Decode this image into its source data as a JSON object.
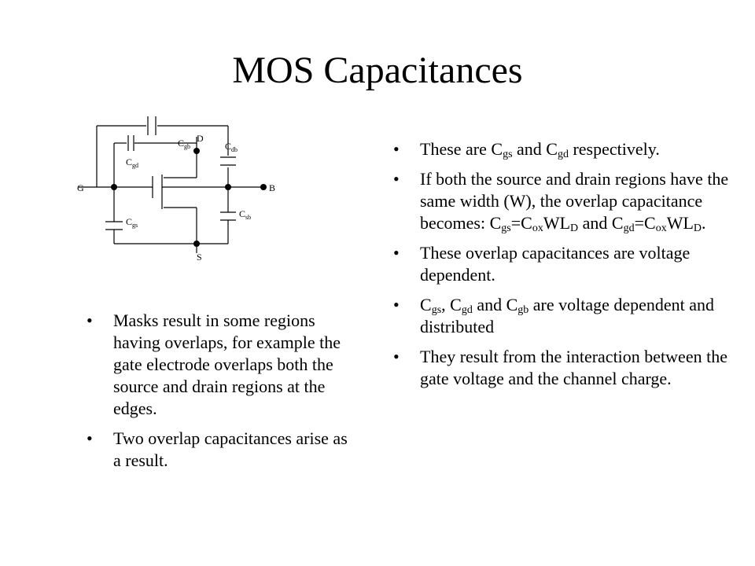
{
  "title": "MOS Capacitances",
  "diagram": {
    "labels": {
      "G": "G",
      "D": "D",
      "S": "S",
      "B": "B",
      "cgd": {
        "main": "C",
        "sub": "gd"
      },
      "cgb": {
        "main": "C",
        "sub": "gb"
      },
      "cdb": {
        "main": "C",
        "sub": "db"
      },
      "csb": {
        "main": "C",
        "sub": "sb"
      },
      "cgs": {
        "main": "C",
        "sub": "gs"
      }
    }
  },
  "right_bullets": {
    "b1": {
      "t1": "These are C",
      "s1": "gs",
      "t2": " and C",
      "s2": "gd",
      "t3": " respectively."
    },
    "b2": {
      "t1": "If both the source and drain regions have the same width (W), the overlap capacitance becomes: C",
      "s1": "gs",
      "t2": "=C",
      "s2": "ox",
      "t3": "WL",
      "s3": "D",
      "t4": " and C",
      "s4": "gd",
      "t5": "=C",
      "s5": "ox",
      "t6": "WL",
      "s6": "D",
      "t7": "."
    },
    "b3": "These overlap capacitances are voltage dependent.",
    "b4": {
      "t1": "C",
      "s1": "gs",
      "t2": ", C",
      "s2": "gd",
      "t3": " and C",
      "s3": "gb",
      "t4": " are voltage dependent and distributed"
    },
    "b5": "They result from the interaction between the gate voltage and the channel charge."
  },
  "left_bullets": [
    "Masks result in some regions having overlaps, for example the gate electrode overlaps both the source and drain regions at the edges.",
    "Two overlap capacitances arise as a result."
  ]
}
